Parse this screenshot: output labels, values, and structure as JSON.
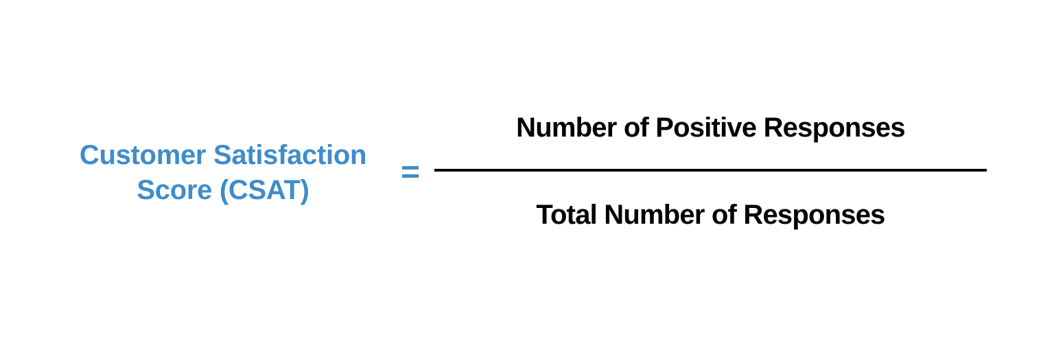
{
  "formula": {
    "lhs": {
      "line1": "Customer Satisfaction",
      "line2": "Score (CSAT)",
      "color": "#3f8ccb"
    },
    "operator": "=",
    "numerator": "Number of Positive Responses",
    "denominator": "Total Number of Responses",
    "text_color": "#000000"
  }
}
